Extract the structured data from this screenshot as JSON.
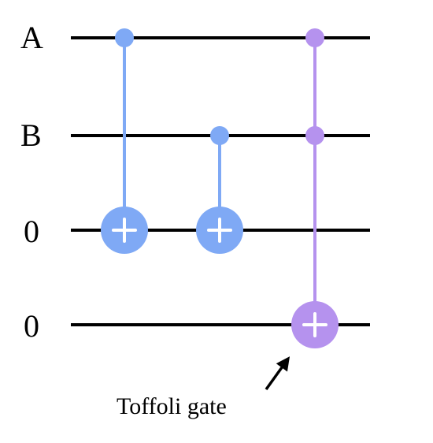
{
  "wires": [
    {
      "label": "A"
    },
    {
      "label": "B"
    },
    {
      "label": "0"
    },
    {
      "label": "0"
    }
  ],
  "gates": [
    {
      "type": "CNOT",
      "controls": [
        "A"
      ],
      "target": 3,
      "color": "#7fa9f5"
    },
    {
      "type": "CNOT",
      "controls": [
        "B"
      ],
      "target": 3,
      "color": "#7fa9f5"
    },
    {
      "type": "Toffoli",
      "controls": [
        "A",
        "B"
      ],
      "target": 4,
      "color": "#b592ee"
    }
  ],
  "annotation": {
    "text": "Toffoli gate",
    "arrow_points_to": "Toffoli"
  },
  "colors": {
    "wire": "#000000",
    "cnot": "#7fa9f5",
    "toffoli": "#b592ee",
    "symbol": "#ffffff"
  }
}
